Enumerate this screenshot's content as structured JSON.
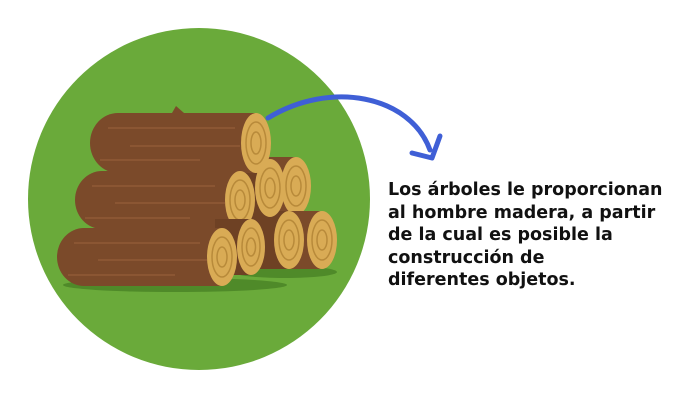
{
  "caption": {
    "lines": [
      "Los árboles le proporcionan",
      "al hombre madera, a partir",
      "de la cual es posible la",
      "construcción de",
      "diferentes objetos."
    ]
  },
  "colors": {
    "circle": "#6aaa3a",
    "log_bark": "#7b4a2a",
    "log_bark_highlight": "#8b5633",
    "log_end": "#d9ab55",
    "log_end_ring": "#b88a3a",
    "shadow": "#4f8a29",
    "arrow": "#3f5fd6",
    "text": "#111111"
  },
  "icons": {
    "illustration": "wood-logs-pile-icon",
    "arrow": "curved-arrow-icon"
  }
}
